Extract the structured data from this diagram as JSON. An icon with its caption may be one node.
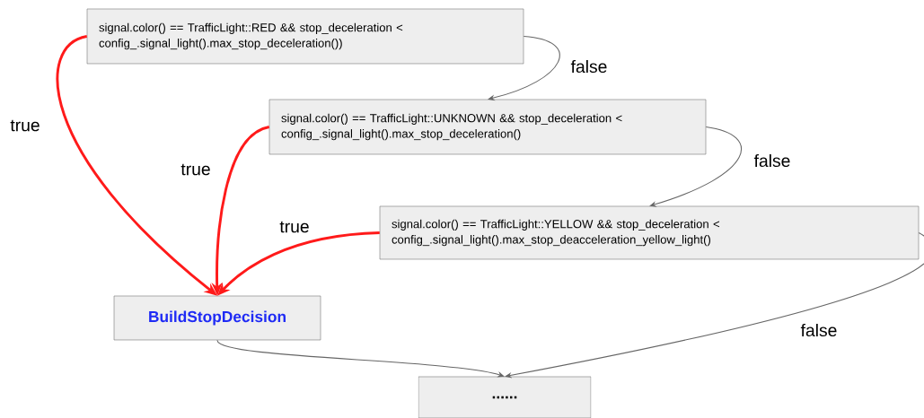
{
  "diagram": {
    "nodes": [
      {
        "text": [
          "signal.color() == TrafficLight::RED && stop_deceleration < config_.signal_light().max_stop_deceleration())"
        ]
      },
      {
        "text": [
          "signal.color() == TrafficLight::UNKNOWN && stop_deceleration < config_.signal_light().max_stop_deceleration()"
        ]
      },
      {
        "text": [
          "signal.color() == TrafficLight::YELLOW && stop_deceleration < config_.signal_light().max_stop_deacceleration_yellow_light()"
        ]
      },
      {
        "text": [
          "BuildStopDecision"
        ]
      },
      {
        "text": [
          "......"
        ]
      }
    ],
    "edges": [
      {
        "from": 0,
        "to": 1,
        "arrow": "to",
        "label": "false"
      },
      {
        "from": 1,
        "to": 2,
        "arrow": "to",
        "label": "false"
      },
      {
        "from": 2,
        "to": 4,
        "arrow": "to",
        "label": "false"
      },
      {
        "from": 0,
        "to": 3,
        "arrow": "to",
        "label": "true",
        "style": "thick",
        "color": "#ff1a1a"
      },
      {
        "from": 1,
        "to": 3,
        "arrow": "to",
        "label": "true",
        "style": "thick",
        "color": "#ff1a1a"
      },
      {
        "from": 2,
        "to": 3,
        "arrow": "to",
        "label": "true",
        "style": "thick",
        "color": "#ff1a1a"
      },
      {
        "from": 3,
        "to": 4,
        "arrow": "to"
      }
    ]
  }
}
